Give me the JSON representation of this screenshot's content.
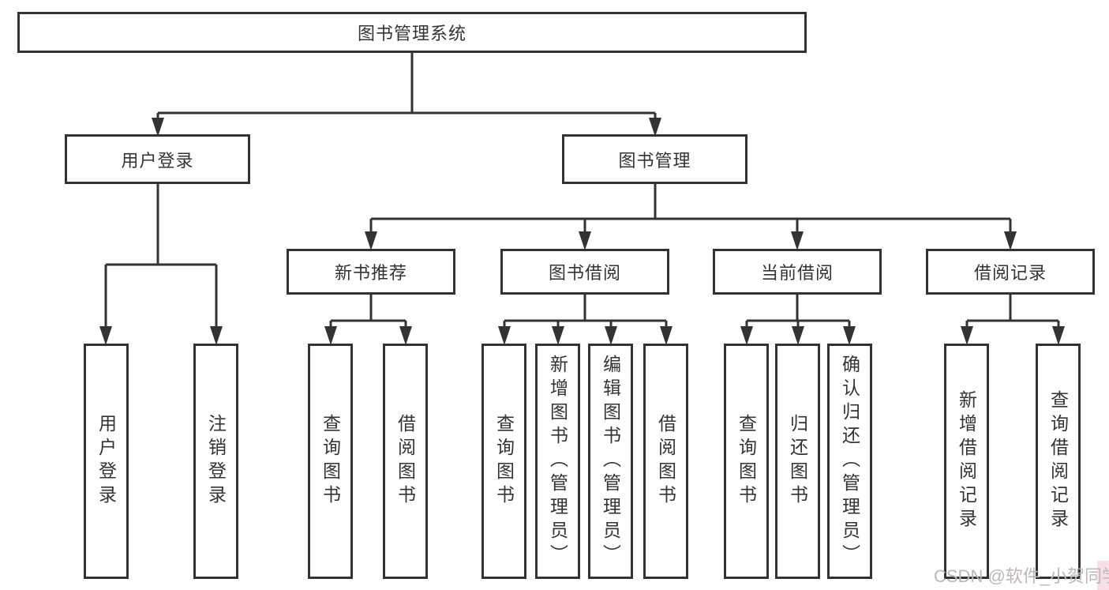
{
  "tree": {
    "label": "图书管理系统",
    "children": [
      {
        "label": "用户登录",
        "children": [
          {
            "label": "用户登录"
          },
          {
            "label": "注销登录"
          }
        ]
      },
      {
        "label": "图书管理",
        "children": [
          {
            "label": "新书推荐",
            "children": [
              {
                "label": "查询图书"
              },
              {
                "label": "借阅图书"
              }
            ]
          },
          {
            "label": "图书借阅",
            "children": [
              {
                "label": "查询图书"
              },
              {
                "label": "新增图书（管理员）"
              },
              {
                "label": "编辑图书（管理员）"
              },
              {
                "label": "借阅图书"
              }
            ]
          },
          {
            "label": "当前借阅",
            "children": [
              {
                "label": "查询图书"
              },
              {
                "label": "归还图书"
              },
              {
                "label": "确认归还（管理员）"
              }
            ]
          },
          {
            "label": "借阅记录",
            "children": [
              {
                "label": "新增借阅记录"
              },
              {
                "label": "查询借阅记录"
              }
            ]
          }
        ]
      }
    ]
  },
  "watermark": {
    "text": "CSDN @软件_小贺同学"
  },
  "colors": {
    "line": "#333333",
    "box_border": "#333333",
    "text": "#333333",
    "watermark_text": "#bdb7b9",
    "watermark_band": "#f5cdd8"
  }
}
